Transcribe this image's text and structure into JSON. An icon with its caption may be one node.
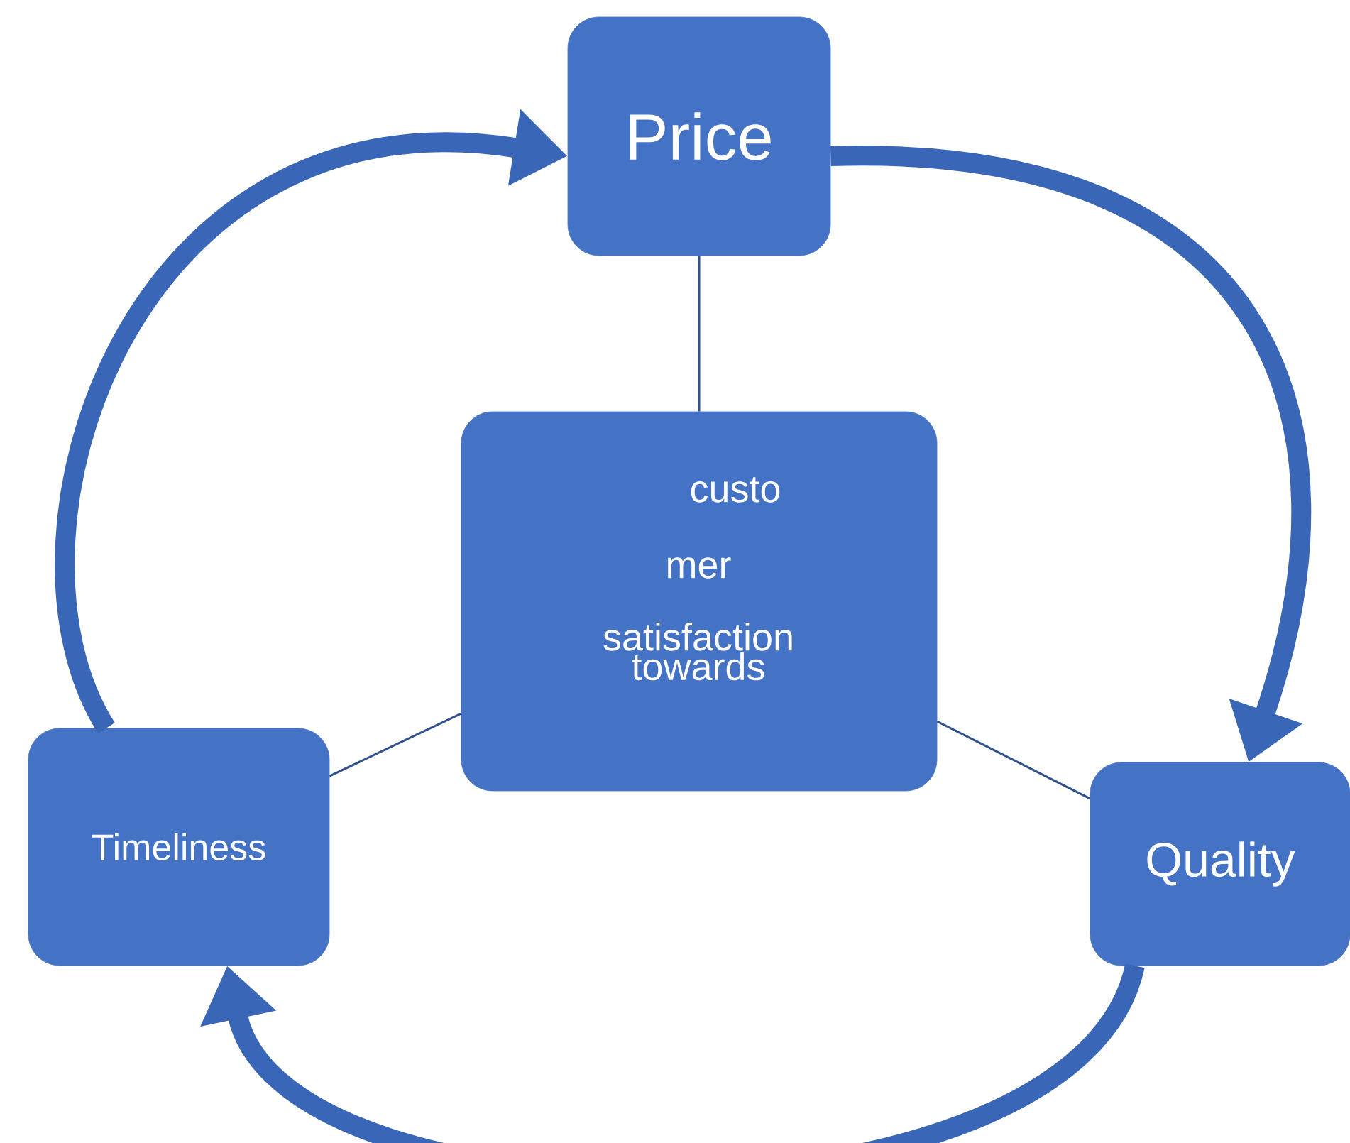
{
  "diagram": {
    "nodes": [
      {
        "text": [
          "Price"
        ]
      },
      {
        "text": [
          "custo",
          "mer",
          "satisfaction towards"
        ]
      },
      {
        "text": [
          "Timeliness"
        ]
      },
      {
        "text": [
          "Quality"
        ]
      }
    ],
    "edges": [
      {
        "from": 0,
        "to": 1,
        "arrow": "none"
      },
      {
        "from": 1,
        "to": 2,
        "arrow": "none"
      },
      {
        "from": 1,
        "to": 3,
        "arrow": "none"
      },
      {
        "from": 2,
        "to": 0,
        "arrow": "to",
        "style": "thick"
      },
      {
        "from": 0,
        "to": 3,
        "arrow": "to",
        "style": "thick"
      },
      {
        "from": 3,
        "to": 2,
        "arrow": "to",
        "style": "thick"
      }
    ]
  }
}
